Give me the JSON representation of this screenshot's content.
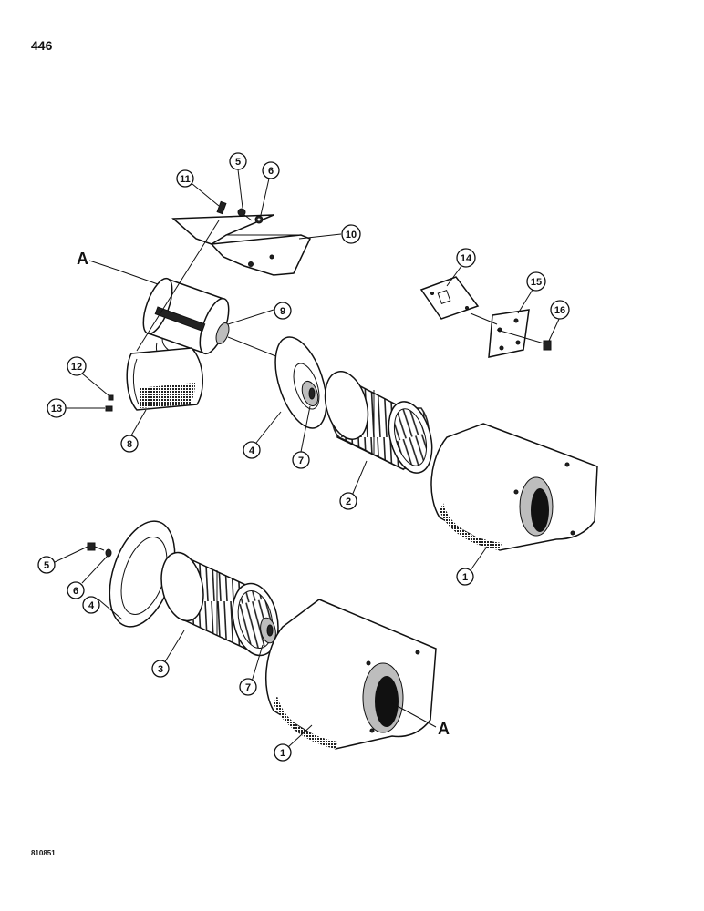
{
  "page": {
    "number": "446",
    "figure_code": "810851"
  },
  "reference_letter": "A",
  "callouts": [
    "1",
    "2",
    "3",
    "4",
    "5",
    "6",
    "7",
    "8",
    "9",
    "10",
    "11",
    "12",
    "13",
    "14",
    "15",
    "16"
  ]
}
